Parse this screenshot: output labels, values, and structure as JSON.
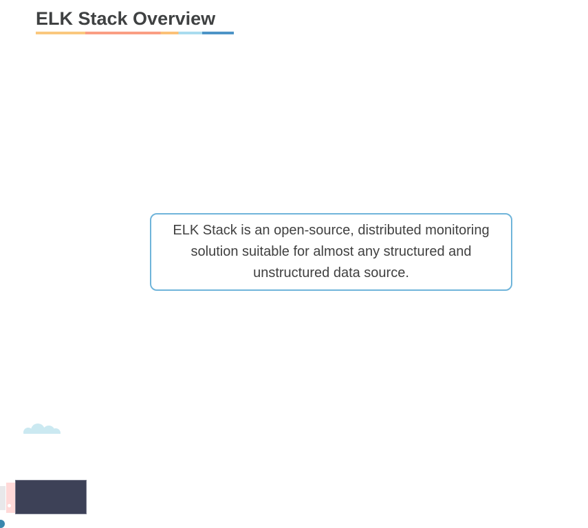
{
  "slide": {
    "title": {
      "text": "ELK Stack Overview",
      "underline_colors": [
        "#FAC87E",
        "#FA9E83",
        "#FBC178",
        "#A9DCEF",
        "#4D94C7"
      ],
      "underline_stops_pct": [
        25,
        63,
        72,
        84
      ],
      "text_color": "#3F4142"
    },
    "callout": {
      "text": "ELK Stack is an open-source, distributed monitoring solution suitable for almost any structured and unstructured data source.",
      "border_color": "#6FB4DA",
      "text_color": "#404040",
      "background": "#FFFFFF"
    },
    "illustration": {
      "shapes": [
        {
          "name": "cloud-icon",
          "color": "#CBE9F1"
        },
        {
          "name": "gray-strip",
          "color": "#E8E8EA"
        },
        {
          "name": "pink-strip",
          "color": "#FFD9D8"
        },
        {
          "name": "navy-rectangle",
          "color": "#3D4157",
          "border_color": "#75788A"
        },
        {
          "name": "white-dot",
          "color": "#FFFFFF"
        },
        {
          "name": "teal-circle",
          "color": "#3A87AE"
        }
      ]
    }
  }
}
